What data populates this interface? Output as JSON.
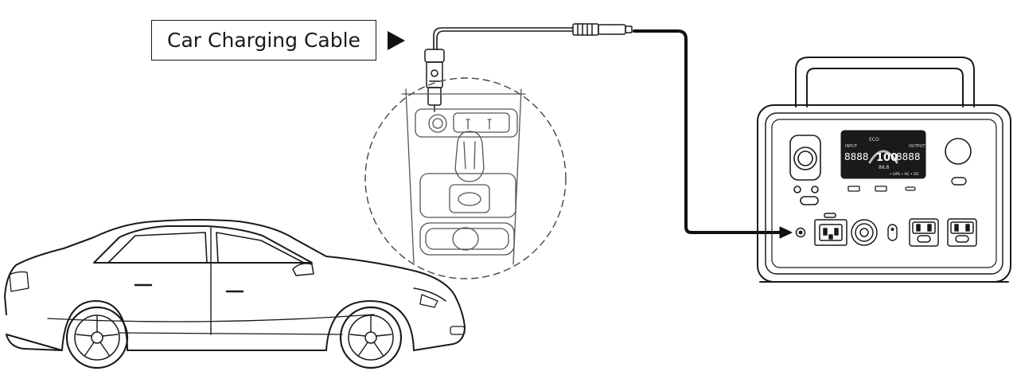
{
  "callout": {
    "label": "Car Charging Cable",
    "pointer_icon": "triangle-right-icon"
  },
  "power_station": {
    "display": {
      "eco": "ECO",
      "input_label": "INPUT",
      "output_label": "OUTPUT",
      "input_value": "8888",
      "output_value": "8888",
      "percent_value": "100",
      "percent_unit": "%",
      "time_value": "88.8",
      "mode_indicators": "• UPS  • AC  • DC"
    }
  },
  "colors": {
    "line": "#1a1a1a",
    "cable": "#111111",
    "dashed": "#444444"
  }
}
